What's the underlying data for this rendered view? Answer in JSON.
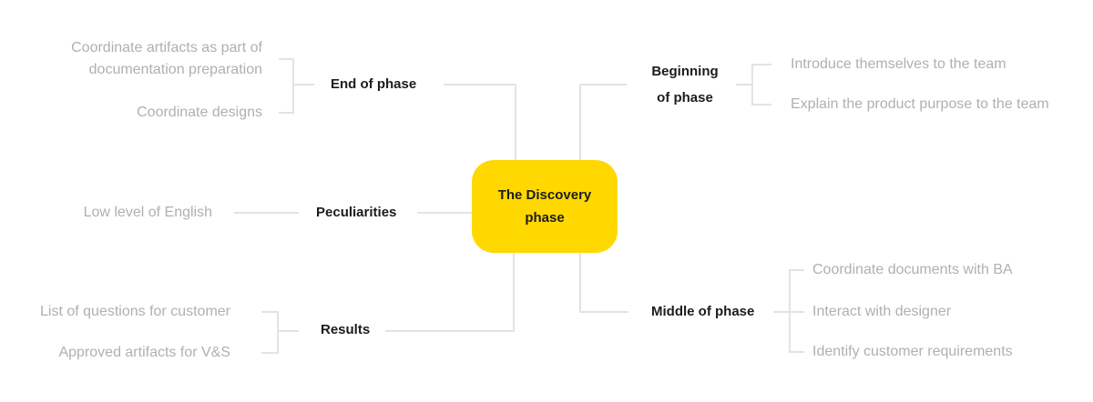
{
  "title": "The Discovery phase mind map",
  "center_node": {
    "label": "The Discovery phase"
  },
  "branches": [
    {
      "id": "end-of-phase",
      "label": "End of phase",
      "children": [
        "Coordinate artifacts as part of documentation preparation",
        "Coordinate designs"
      ]
    },
    {
      "id": "peculiarities",
      "label": "Peculiarities",
      "children": [
        "Low level of English"
      ]
    },
    {
      "id": "results",
      "label": "Results",
      "children": [
        "List of questions for customer",
        "Approved artifacts for V&S"
      ]
    },
    {
      "id": "beginning-of-phase",
      "label": "Beginning of phase",
      "children": [
        "Introduce themselves to the team",
        "Explain the product purpose to the team"
      ]
    },
    {
      "id": "middle-of-phase",
      "label": "Middle of phase",
      "children": [
        "Coordinate documents with BA",
        "Interact with designer",
        "Identify customer requirements"
      ]
    }
  ],
  "colors": {
    "background": "#FFFFFF",
    "node_bg": "#FFD800",
    "node_text": "#1C1C1C",
    "label_text": "#1C1C1C",
    "child_text": "#B0B0B0",
    "connector": "#E3E3E3"
  }
}
